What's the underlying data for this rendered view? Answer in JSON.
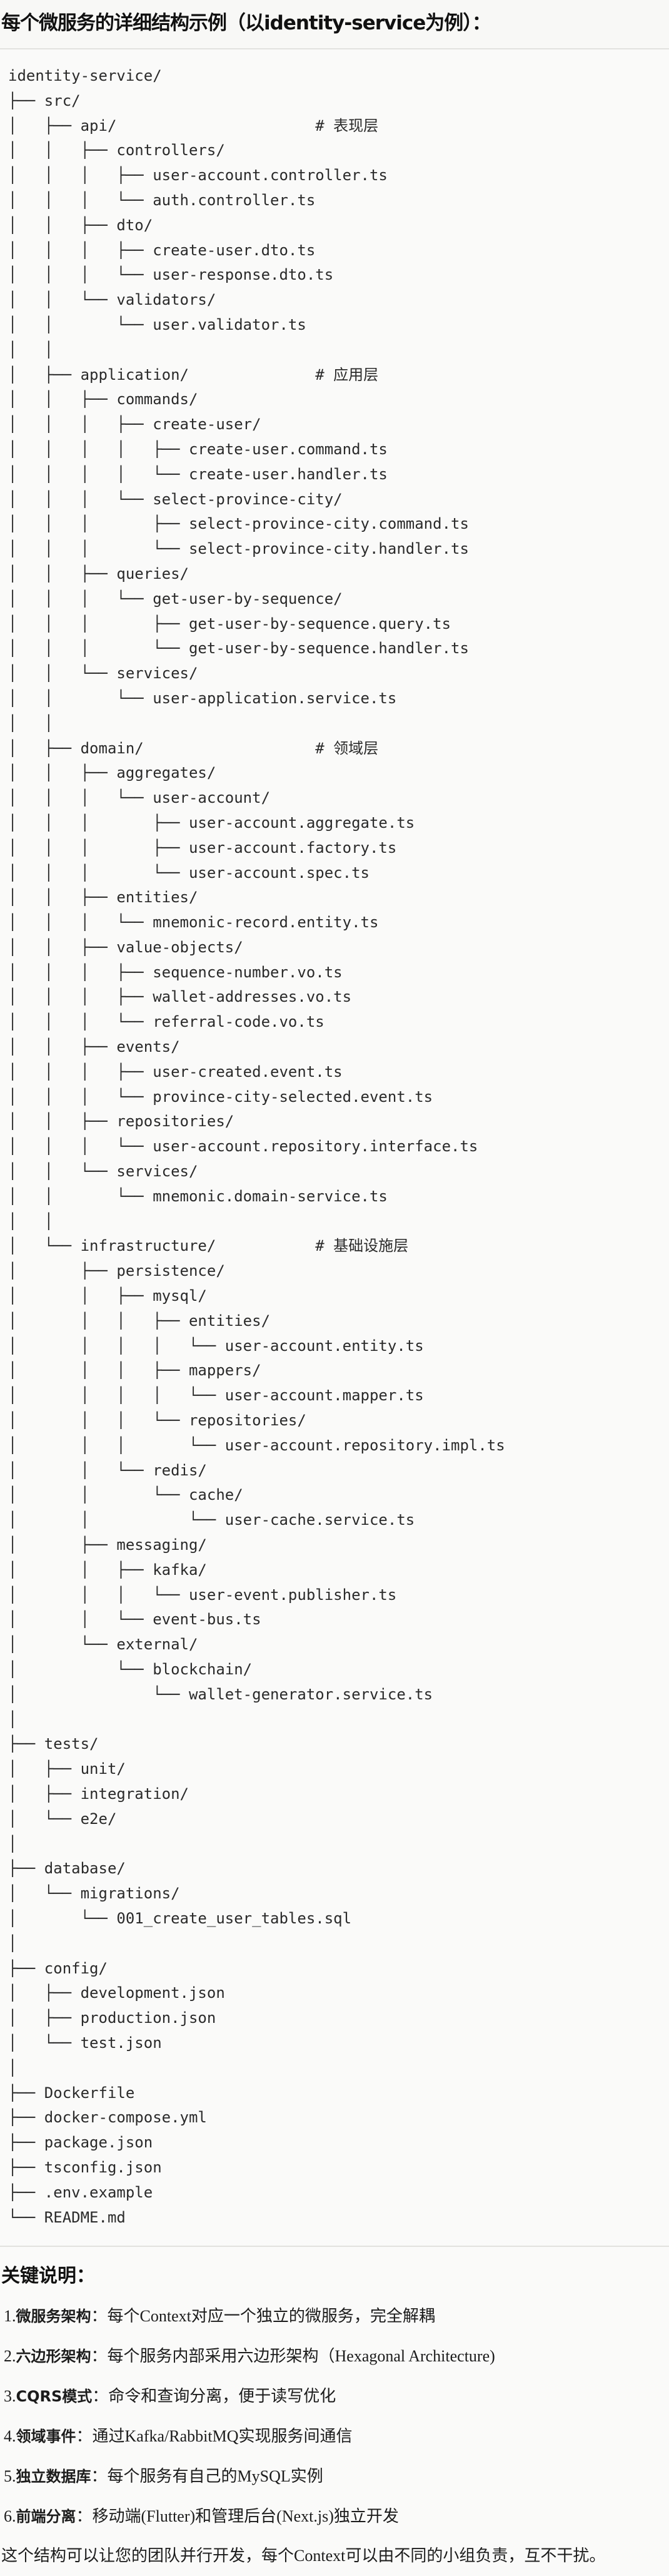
{
  "title": "每个微服务的详细结构示例（以identity-service为例）：",
  "tree": [
    "identity-service/",
    "├── src/",
    "│   ├── api/                      # 表现层",
    "│   │   ├── controllers/",
    "│   │   │   ├── user-account.controller.ts",
    "│   │   │   └── auth.controller.ts",
    "│   │   ├── dto/",
    "│   │   │   ├── create-user.dto.ts",
    "│   │   │   └── user-response.dto.ts",
    "│   │   └── validators/",
    "│   │       └── user.validator.ts",
    "│   │",
    "│   ├── application/              # 应用层",
    "│   │   ├── commands/",
    "│   │   │   ├── create-user/",
    "│   │   │   │   ├── create-user.command.ts",
    "│   │   │   │   └── create-user.handler.ts",
    "│   │   │   └── select-province-city/",
    "│   │   │       ├── select-province-city.command.ts",
    "│   │   │       └── select-province-city.handler.ts",
    "│   │   ├── queries/",
    "│   │   │   └── get-user-by-sequence/",
    "│   │   │       ├── get-user-by-sequence.query.ts",
    "│   │   │       └── get-user-by-sequence.handler.ts",
    "│   │   └── services/",
    "│   │       └── user-application.service.ts",
    "│   │",
    "│   ├── domain/                   # 领域层",
    "│   │   ├── aggregates/",
    "│   │   │   └── user-account/",
    "│   │   │       ├── user-account.aggregate.ts",
    "│   │   │       ├── user-account.factory.ts",
    "│   │   │       └── user-account.spec.ts",
    "│   │   ├── entities/",
    "│   │   │   └── mnemonic-record.entity.ts",
    "│   │   ├── value-objects/",
    "│   │   │   ├── sequence-number.vo.ts",
    "│   │   │   ├── wallet-addresses.vo.ts",
    "│   │   │   └── referral-code.vo.ts",
    "│   │   ├── events/",
    "│   │   │   ├── user-created.event.ts",
    "│   │   │   └── province-city-selected.event.ts",
    "│   │   ├── repositories/",
    "│   │   │   └── user-account.repository.interface.ts",
    "│   │   └── services/",
    "│   │       └── mnemonic.domain-service.ts",
    "│   │",
    "│   └── infrastructure/           # 基础设施层",
    "│       ├── persistence/",
    "│       │   ├── mysql/",
    "│       │   │   ├── entities/",
    "│       │   │   │   └── user-account.entity.ts",
    "│       │   │   ├── mappers/",
    "│       │   │   │   └── user-account.mapper.ts",
    "│       │   │   └── repositories/",
    "│       │   │       └── user-account.repository.impl.ts",
    "│       │   └── redis/",
    "│       │       └── cache/",
    "│       │           └── user-cache.service.ts",
    "│       ├── messaging/",
    "│       │   ├── kafka/",
    "│       │   │   └── user-event.publisher.ts",
    "│       │   └── event-bus.ts",
    "│       └── external/",
    "│           └── blockchain/",
    "│               └── wallet-generator.service.ts",
    "│",
    "├── tests/",
    "│   ├── unit/",
    "│   ├── integration/",
    "│   └── e2e/",
    "│",
    "├── database/",
    "│   └── migrations/",
    "│       └── 001_create_user_tables.sql",
    "│",
    "├── config/",
    "│   ├── development.json",
    "│   ├── production.json",
    "│   └── test.json",
    "│",
    "├── Dockerfile",
    "├── docker-compose.yml",
    "├── package.json",
    "├── tsconfig.json",
    "├── .env.example",
    "└── README.md"
  ],
  "notes": {
    "heading": "关键说明：",
    "items": [
      {
        "num": "1.",
        "label": "微服务架构",
        "sep": "：",
        "text": "每个Context对应一个独立的微服务，完全解耦"
      },
      {
        "num": "2.",
        "label": "六边形架构",
        "sep": "：",
        "text": "每个服务内部采用六边形架构（Hexagonal Architecture)"
      },
      {
        "num": "3.",
        "label": "CQRS模式",
        "sep": "：",
        "text": "命令和查询分离，便于读写优化"
      },
      {
        "num": "4.",
        "label": "领域事件",
        "sep": "：",
        "text": "通过Kafka/RabbitMQ实现服务间通信"
      },
      {
        "num": "5.",
        "label": "独立数据库",
        "sep": "：",
        "text": "每个服务有自己的MySQL实例"
      },
      {
        "num": "6.",
        "label": "前端分离",
        "sep": "：",
        "text": "移动端(Flutter)和管理后台(Next.js)独立开发"
      }
    ],
    "summary": "这个结构可以让您的团队并行开发，每个Context可以由不同的小组负责，互不干扰。"
  }
}
